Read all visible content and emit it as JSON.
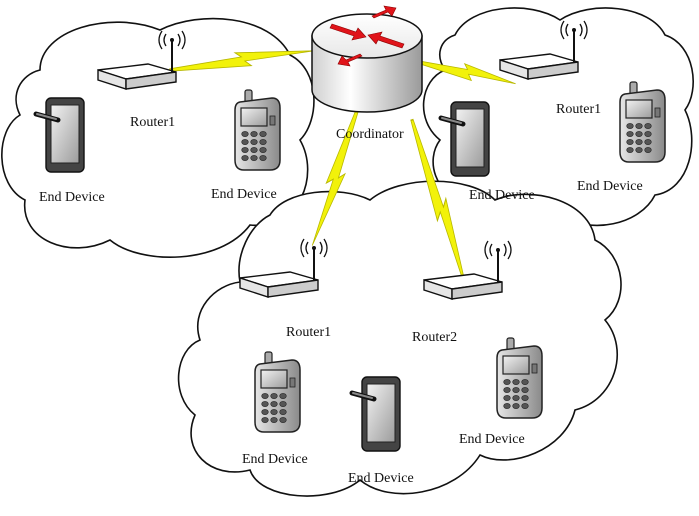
{
  "coordinator": {
    "label": "Coordinator",
    "icon": "router-coordinator-icon"
  },
  "clusters": [
    {
      "router": {
        "label": "Router1"
      },
      "devices": [
        {
          "label": "End Device",
          "icon": "tablet-icon"
        },
        {
          "label": "End Device",
          "icon": "mobile-phone-icon"
        }
      ]
    },
    {
      "router": {
        "label": "Router1"
      },
      "devices": [
        {
          "label": "End Device",
          "icon": "tablet-icon"
        },
        {
          "label": "End Device",
          "icon": "mobile-phone-icon"
        }
      ]
    },
    {
      "routers": [
        {
          "label": "Router1"
        },
        {
          "label": "Router2"
        }
      ],
      "devices": [
        {
          "label": "End Device",
          "icon": "mobile-phone-icon"
        },
        {
          "label": "End Device",
          "icon": "tablet-icon"
        },
        {
          "label": "End Device",
          "icon": "mobile-phone-icon"
        }
      ]
    }
  ],
  "colors": {
    "link": "#f2f20a",
    "link_stroke": "#b8b800",
    "arrow": "#e0141a",
    "outline": "#111111"
  }
}
